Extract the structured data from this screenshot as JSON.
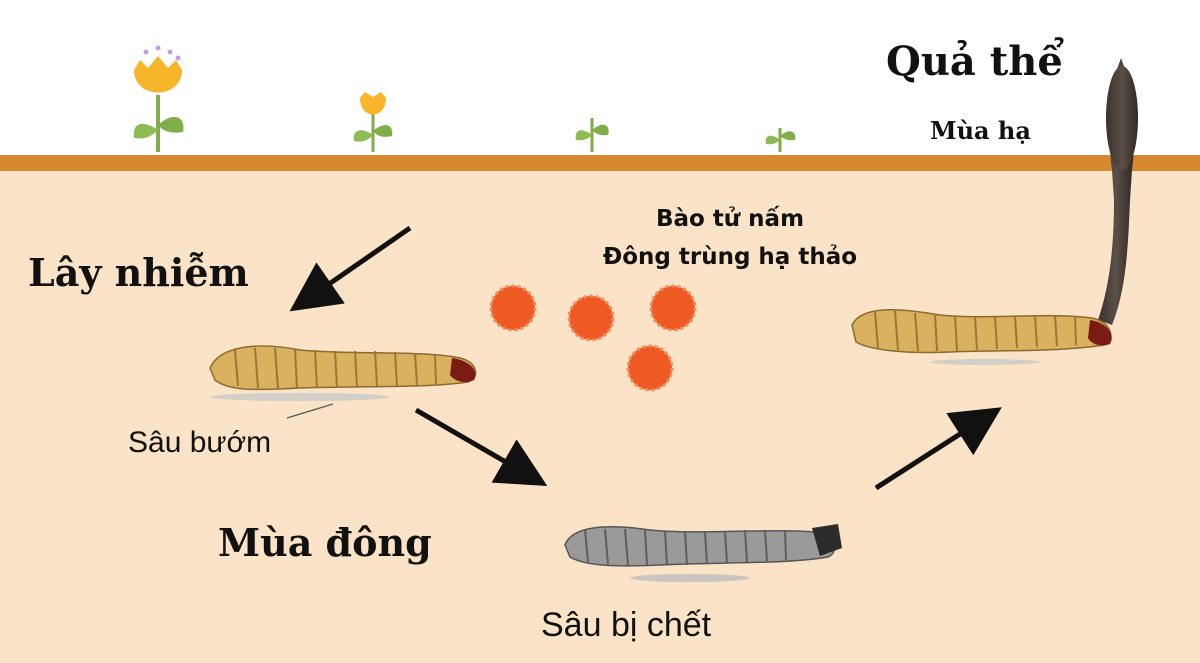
{
  "labels": {
    "fruiting_body": "Quả thể",
    "summer": "Mùa hạ",
    "infection": "Lây nhiễm",
    "winter": "Mùa đông",
    "spore_line1": "Bào tử nấm",
    "spore_line2": "Đông trùng hạ thảo",
    "caterpillar": "Sâu bướm",
    "dead_caterpillar": "Sâu bị chết"
  },
  "colors": {
    "sky": "#ffffff",
    "soil": "#fbe3c7",
    "ground_line": "#d6892f",
    "spore": "#ef5a24",
    "caterpillar": "#d9b15f",
    "dead_caterpillar": "#8c8c8c",
    "fungus_stalk": "#4a403b",
    "flower": "#f7b52a",
    "leaf": "#7fae4a"
  }
}
